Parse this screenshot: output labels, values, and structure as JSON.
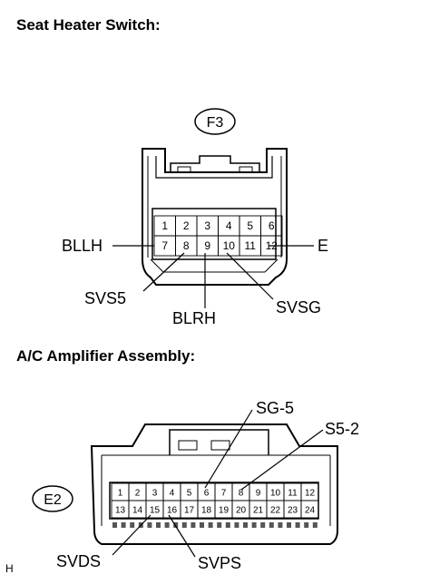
{
  "page": {
    "title_seat": "Seat Heater Switch:",
    "title_ac": "A/C Amplifier Assembly:",
    "footer_code": "H"
  },
  "connector_f3": {
    "id": "F3",
    "pins_top": [
      "1",
      "2",
      "3",
      "4",
      "5",
      "6"
    ],
    "pins_bottom": [
      "7",
      "8",
      "9",
      "10",
      "11",
      "12"
    ],
    "labels": {
      "blh": "BLLH",
      "e": "E",
      "svs5": "SVS5",
      "blrh": "BLRH",
      "svsg": "SVSG"
    }
  },
  "connector_e2": {
    "id": "E2",
    "pins_top": [
      "1",
      "2",
      "3",
      "4",
      "5",
      "6",
      "7",
      "8",
      "9",
      "10",
      "11",
      "12"
    ],
    "pins_bottom": [
      "13",
      "14",
      "15",
      "16",
      "17",
      "18",
      "19",
      "20",
      "21",
      "22",
      "23",
      "24"
    ],
    "labels": {
      "sg5": "SG-5",
      "s52": "S5-2",
      "svds": "SVDS",
      "svps": "SVPS"
    }
  }
}
